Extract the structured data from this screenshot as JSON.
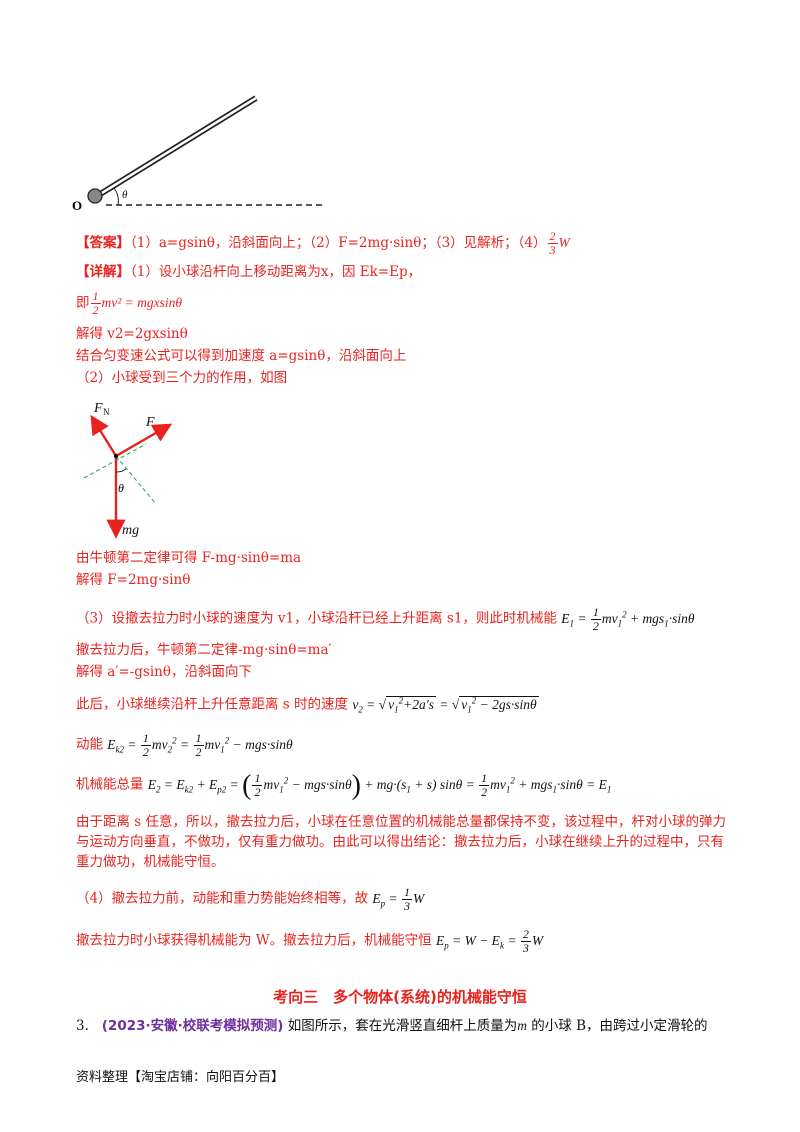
{
  "fig1": {
    "origin_label": "O",
    "angle_label": "θ"
  },
  "answer": {
    "tag": "【答案】",
    "text": "（1）a=gsinθ，沿斜面向上；（2）F=2mg·sinθ；（3）见解析；（4）",
    "frac_num": "2",
    "frac_den": "3",
    "tail": "W"
  },
  "detail": {
    "tag": "【详解】",
    "l1": "（1）设小球沿杆向上移动距离为x，因 Ek=Ep，",
    "l2_prefix": "即",
    "l2_expr": "mv² = mgxsinθ",
    "l3": "解得 v2=2gxsinθ",
    "l4": "结合匀变速公式可以得到加速度 a=gsinθ，沿斜面向上",
    "l5": "（2）小球受到三个力的作用，如图",
    "l6": "由牛顿第二定律可得 F-mg·sinθ=ma",
    "l7": "解得 F=2mg·sinθ",
    "l8": "（3）设撤去拉力时小球的速度为 v1，小球沿杆已经上升距离 s1，则此时机械能",
    "l9": "撤去拉力后，牛顿第二定律-mg·sinθ=ma′",
    "l10": "解得 a′=-gsinθ，沿斜面向下",
    "l11": "此后，小球继续沿杆上升任意距离 s 时的速度",
    "l12": "动能",
    "l13": "机械能总量",
    "p1": "由于距离 s 任意，所以，撤去拉力后，小球在任意位置的机械能总量都保持不变，该过程中，杆对小球的弹力与运动方向垂直，不做功，仅有重力做功。由此可以得出结论：撤去拉力后，小球在继续上升的过程中，只有重力做功，机械能守恒。",
    "l14": "（4）撤去拉力前，动能和重力势能始终相等，故",
    "l15": "撤去拉力时小球获得机械能为 W。撤去拉力后，机械能守恒"
  },
  "fig2": {
    "fn": "F",
    "fn_sub": "N",
    "f": "F",
    "theta": "θ",
    "mg": "mg"
  },
  "section_heading": "考向三　多个物体(系统)的机械能守恒",
  "question3": {
    "number": "3.",
    "source": "(2023·安徽·校联考模拟预测)",
    "text": "如图所示，套在光滑竖直细杆上质量为",
    "m": "m",
    "text2": "的小球 B，由跨过小定滑轮的"
  },
  "footer": "资料整理【淘宝店铺：向阳百分百】",
  "colors": {
    "accent": "#e8231f",
    "source": "#7030a0"
  }
}
